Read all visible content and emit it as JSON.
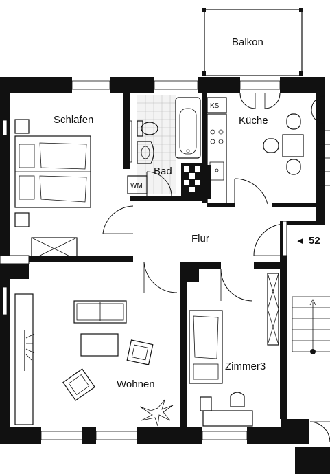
{
  "plan": {
    "rooms": {
      "balkon": "Balkon",
      "schlafen": "Schlafen",
      "kueche": "Küche",
      "bad": "Bad",
      "flur": "Flur",
      "wohnen": "Wohnen",
      "zimmer3": "Zimmer3"
    },
    "fixtures": {
      "kuehlschrank": "KS",
      "waschmaschine": "WM"
    },
    "unit_marker": {
      "arrow": "◂",
      "number": "52"
    }
  }
}
